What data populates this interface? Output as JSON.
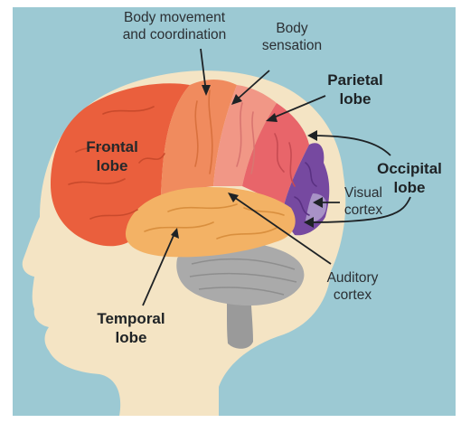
{
  "colors": {
    "background": "#9cc9d3",
    "face": "#f4e4c4",
    "frontal": "#ea5f3d",
    "motor": "#f08b5e",
    "sensory": "#f19786",
    "parietal": "#e8656a",
    "occipital": "#7649a0",
    "temporal": "#f3b265",
    "cerebellum": "#a9a9a9",
    "text": "#2b2f33"
  },
  "labels": {
    "body_movement": "Body movement\nand coordination",
    "body_sensation": "Body\nsensation",
    "parietal": "Parietal\nlobe",
    "frontal": "Frontal\nlobe",
    "occipital": "Occipital\nlobe",
    "visual_cortex": "Visual\ncortex",
    "auditory_cortex": "Auditory\ncortex",
    "temporal": "Temporal\nlobe"
  }
}
